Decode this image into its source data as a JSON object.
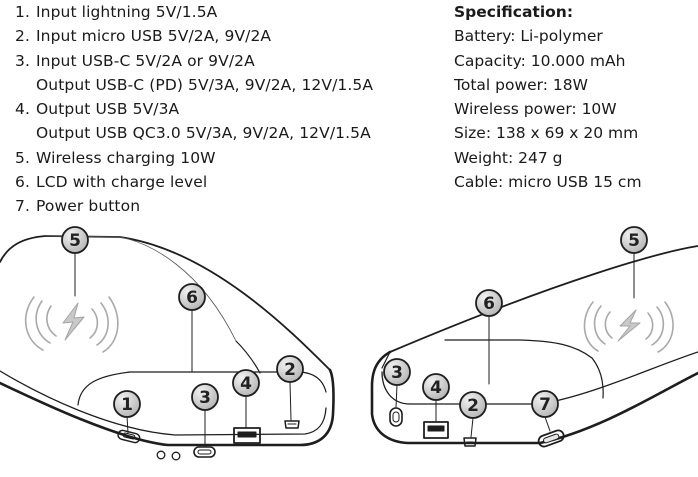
{
  "features": [
    {
      "num": "1.",
      "lines": [
        "Input lightning 5V/1.5A"
      ]
    },
    {
      "num": "2.",
      "lines": [
        "Input micro USB 5V/2A, 9V/2A"
      ]
    },
    {
      "num": "3.",
      "lines": [
        "Input USB-C 5V/2A or 9V/2A",
        "Output USB-C (PD) 5V/3A, 9V/2A, 12V/1.5A"
      ]
    },
    {
      "num": "4.",
      "lines": [
        "Output USB 5V/3A",
        "Output USB QC3.0 5V/3A, 9V/2A, 12V/1.5A"
      ]
    },
    {
      "num": "5.",
      "lines": [
        "Wireless charging 10W"
      ]
    },
    {
      "num": "6.",
      "lines": [
        "LCD with charge level"
      ]
    },
    {
      "num": "7.",
      "lines": [
        "Power button"
      ]
    }
  ],
  "specification": {
    "title": "Specification:",
    "items": [
      "Battery: Li-polymer",
      "Capacity: 10.000 mAh",
      "Total power: 18W",
      "Wireless power: 10W",
      "Size: 138 x 69 x 20 mm",
      "Weight: 247 g",
      "Cable: micro USB 15 cm"
    ]
  },
  "callouts": {
    "left": [
      "5",
      "6",
      "1",
      "3",
      "4",
      "2"
    ],
    "right": [
      "5",
      "6",
      "3",
      "4",
      "2",
      "7"
    ]
  }
}
